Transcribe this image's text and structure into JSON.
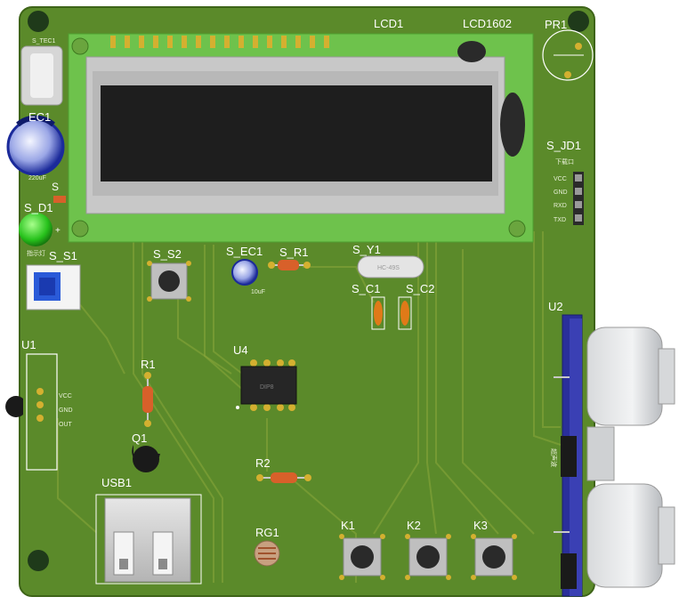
{
  "labels": {
    "lcd1": "LCD1",
    "lcd1602": "LCD1602",
    "pr1": "PR1",
    "ec1": "EC1",
    "ec1_value": "220uF",
    "s_top_left": "S",
    "s_d1": "S_D1",
    "s_d1_sub": "指示灯",
    "s_s1": "S_S1",
    "s_s2": "S_S2",
    "s_ec1": "S_EC1",
    "s_ec1_value": "10uF",
    "s_r1": "S_R1",
    "s_y1": "S_Y1",
    "s_y1_crystal": "HC-49S",
    "s_c1": "S_C1",
    "s_c2": "S_C2",
    "s_jd1": "S_JD1",
    "s_jd1_sub": "下载口",
    "pin_vcc": "VCC",
    "pin_gnd": "GND",
    "pin_rxd": "RXD",
    "pin_txd": "TXD",
    "u1": "U1",
    "u1_vcc": "VCC",
    "u1_gnd": "GND",
    "u1_out": "OUT",
    "r1": "R1",
    "q1": "Q1",
    "usb1": "USB1",
    "u4": "U4",
    "u4_chip": "DIP8",
    "r2": "R2",
    "rg1": "RG1",
    "k1": "K1",
    "k2": "K2",
    "k3": "K3",
    "u2": "U2",
    "u2_sub": "超声波",
    "usb_c_label": "S_TEC1"
  },
  "colors": {
    "board": "#5b8a2a",
    "board_dark": "#4a7420",
    "lcd_pcb": "#6ec24c",
    "lcd_frame": "#c8c8c8",
    "lcd_screen": "#1e1e1e",
    "led_green": "#27c21c",
    "sonar_blue": "#2a2f9a",
    "silk": "#ffffff"
  }
}
